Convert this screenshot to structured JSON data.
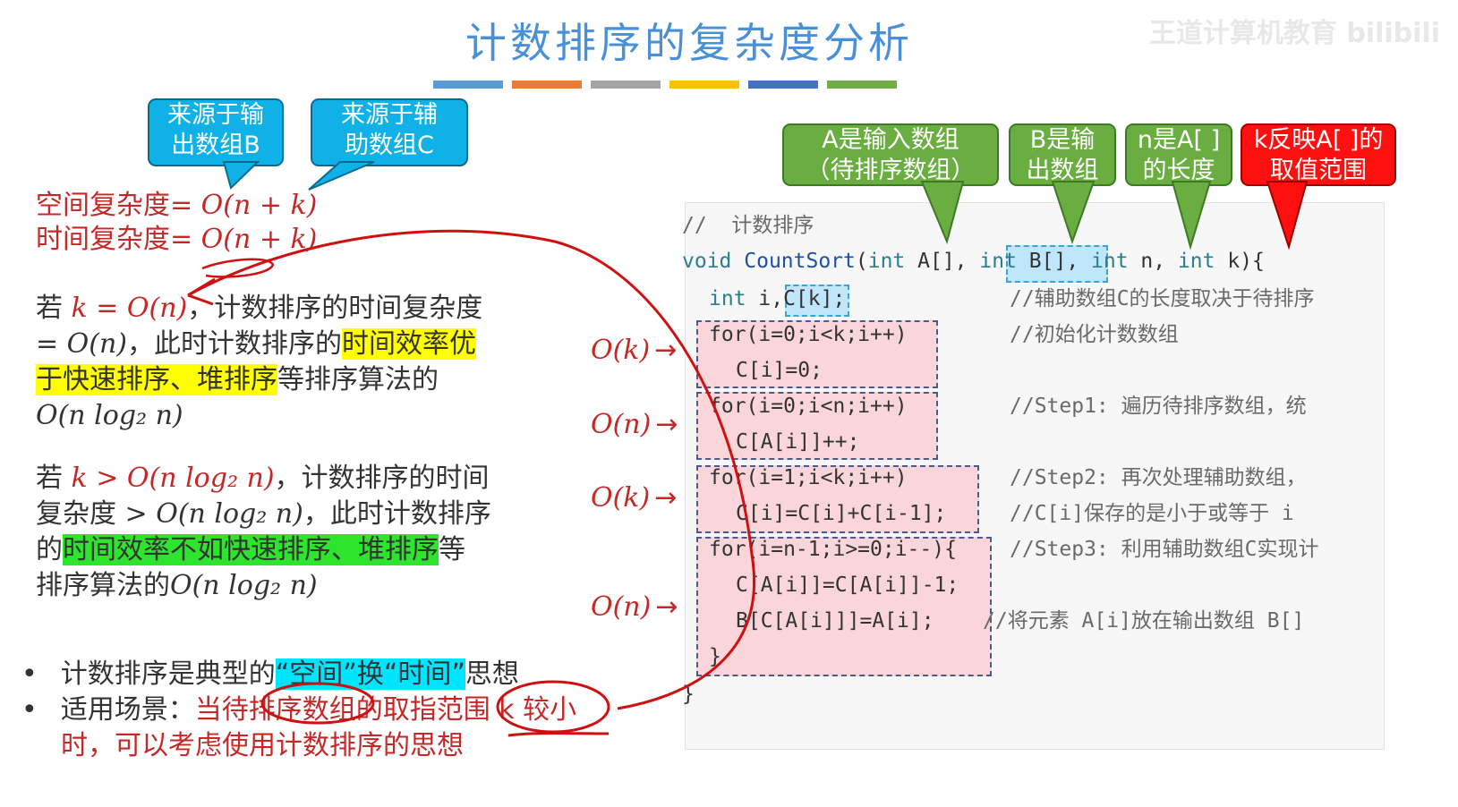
{
  "title": "计数排序的复杂度分析",
  "watermark": "王道计算机教育 bilibili",
  "title_bar_colors": [
    "#5b9bd5",
    "#ed7d31",
    "#a5a5a5",
    "#ffc000",
    "#4472c4",
    "#70ad47"
  ],
  "callouts_left": [
    {
      "text1": "来源于输",
      "text2": "出数组B"
    },
    {
      "text1": "来源于辅",
      "text2": "助数组C"
    }
  ],
  "callouts_right": [
    {
      "text1": "A是输入数组",
      "text2": "（待排序数组）"
    },
    {
      "text1": "B是输",
      "text2": "出数组"
    },
    {
      "text1": "n是A[ ]",
      "text2": "的长度"
    },
    {
      "text1": "k反映A[ ]的",
      "text2": "取值范围"
    }
  ],
  "complexity": {
    "space_label": "空间复杂度",
    "space_value": "= O(n + k)",
    "time_label": "时间复杂度",
    "time_value": "= O(n + k)"
  },
  "para1": {
    "prefix": "若 ",
    "cond": "k = O(n)",
    "mid1": "，计数排序的时间复杂度",
    "line2a": "= O(n)",
    "line2b": "，此时计数排序的",
    "hl_a": "时间效率优",
    "hl_b": "于快速排序、堆排序",
    "line3b": "等排序算法的",
    "line4": "O(n log₂ n)"
  },
  "para2": {
    "prefix": "若 ",
    "cond": "k > O(n log₂ n)",
    "mid1": "，计数排序的时间",
    "line2a": "复杂度 ",
    "line2b": "> O(n log₂ n)",
    "line2c": "，此时计数排序",
    "line3a": "的",
    "hl": "时间效率不如快速排序、堆排序",
    "line3b": "等",
    "line4a": "排序算法的",
    "line4b": "O(n log₂ n)"
  },
  "bullets": [
    {
      "dot": "•",
      "a": "计数排序是典型的",
      "hl": "“空间”换“时间”",
      "b": "思想"
    },
    {
      "dot": "•",
      "a": "适用场景：",
      "red": "当待排序数组的取指范围 k 较小",
      "red2": "时，可以考虑使用计数排序的思想"
    }
  ],
  "code": {
    "l0": "//  计数排序",
    "l1a": "void ",
    "l1fn": "CountSort",
    "l1b": "(",
    "l1int1": "int",
    "l1c": " A[], ",
    "l1int2": "int",
    "l1d": " B[]",
    "l1e": ", ",
    "l1int3": "int",
    "l1f": " n, ",
    "l1int4": "int",
    "l1g": " k){",
    "l2a": "int",
    "l2b": " i,",
    "l2c": "C[k]",
    "l2d": ";",
    "l2cm": "//辅助数组C的长度取决于待排序",
    "l3": "for(i=0;i<k;i++)",
    "l3cm": "//初始化计数数组",
    "l4": "C[i]=0;",
    "l5": "for(i=0;i<n;i++)",
    "l5cm": "//Step1: 遍历待排序数组，统",
    "l6": "C[A[i]]++;",
    "l7": "for(i=1;i<k;i++)",
    "l7cm": "//Step2: 再次处理辅助数组，",
    "l8": "C[i]=C[i]+C[i-1];",
    "l8cm": "//C[i]保存的是小于或等于 i",
    "l9": "for(i=n-1;i>=0;i--){",
    "l9cm": "//Step3: 利用辅助数组C实现计",
    "l10": "C[A[i]]=C[A[i]]-1;",
    "l11": "B[C[A[i]]]=A[i];",
    "l11cm": "//将元素 A[i]放在输出数组 B[]",
    "l12": "}",
    "l13": "}"
  },
  "loop_costs": [
    {
      "label": "O(k)",
      "arrow": "→"
    },
    {
      "label": "O(n)",
      "arrow": "→"
    },
    {
      "label": "O(k)",
      "arrow": "→"
    },
    {
      "label": "O(n)",
      "arrow": "→"
    }
  ]
}
